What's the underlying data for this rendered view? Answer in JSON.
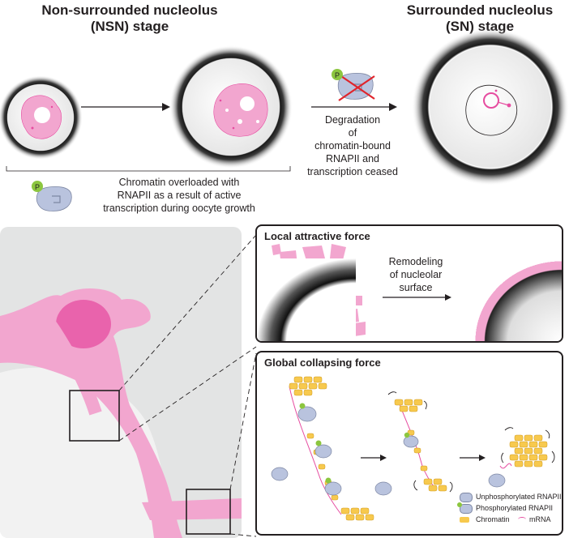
{
  "nsn_title": {
    "line1": "Non-surrounded nucleolus",
    "line2": "(NSN) stage"
  },
  "sn_title": {
    "line1": "Surrounded nucleolus",
    "line2": "(SN) stage"
  },
  "degradation_caption": {
    "line1": "Degradation",
    "line2": "of",
    "line3": "chromatin-bound",
    "line4": "RNAPII and",
    "line5": "transcription ceased"
  },
  "overload_caption": {
    "line1": "Chromatin overloaded with",
    "line2": "RNAPII as a result of active",
    "line3": "transcription during oocyte growth"
  },
  "phospho_symbol": "P",
  "local_box": {
    "title": "Local attractive force",
    "remodel_line1": "Remodeling",
    "remodel_line2": "of nucleolar",
    "remodel_line3": "surface"
  },
  "global_box": {
    "title": "Global collapsing force"
  },
  "legend": {
    "unphos": "Unphosphorylated RNAPII",
    "phos": "Phosphorylated RNAPII",
    "chromatin": "Chromatin",
    "mrna": "mRNA"
  },
  "colors": {
    "pink": "#f2a6cf",
    "pink_dark": "#e64ca0",
    "rnapii": "#b9c3de",
    "phospho": "#8cc63f",
    "chromatin": "#f7c94e",
    "panel_gray": "#e3e4e4"
  }
}
